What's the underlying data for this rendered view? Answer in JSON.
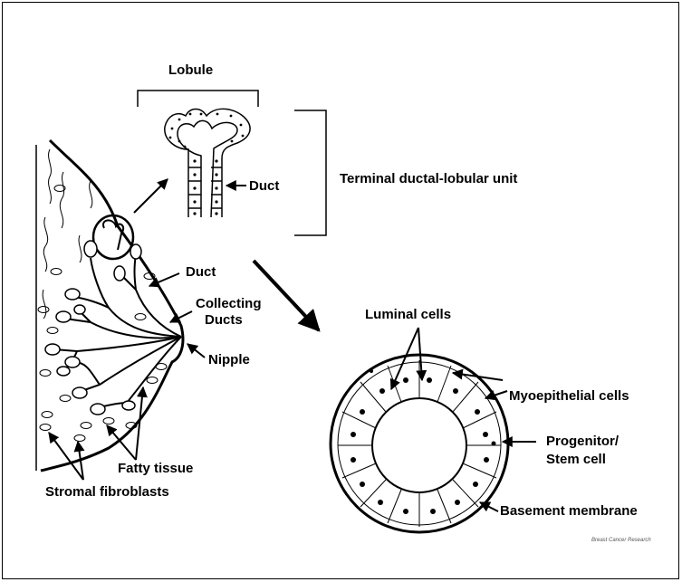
{
  "labels": {
    "lobule": "Lobule",
    "duct_top": "Duct",
    "tdlu": "Terminal ductal-lobular  unit",
    "duct_breast": "Duct",
    "collecting_1": "Collecting",
    "collecting_2": "Ducts",
    "nipple": "Nipple",
    "fatty": "Fatty tissue",
    "stromal": "Stromal fibroblasts",
    "luminal": "Luminal cells",
    "myoepithelial": "Myoepithelial cells",
    "progenitor_1": "Progenitor/",
    "progenitor_2": "Stem cell",
    "basement": "Basement membrane",
    "source": "Breast Cancer Research"
  }
}
